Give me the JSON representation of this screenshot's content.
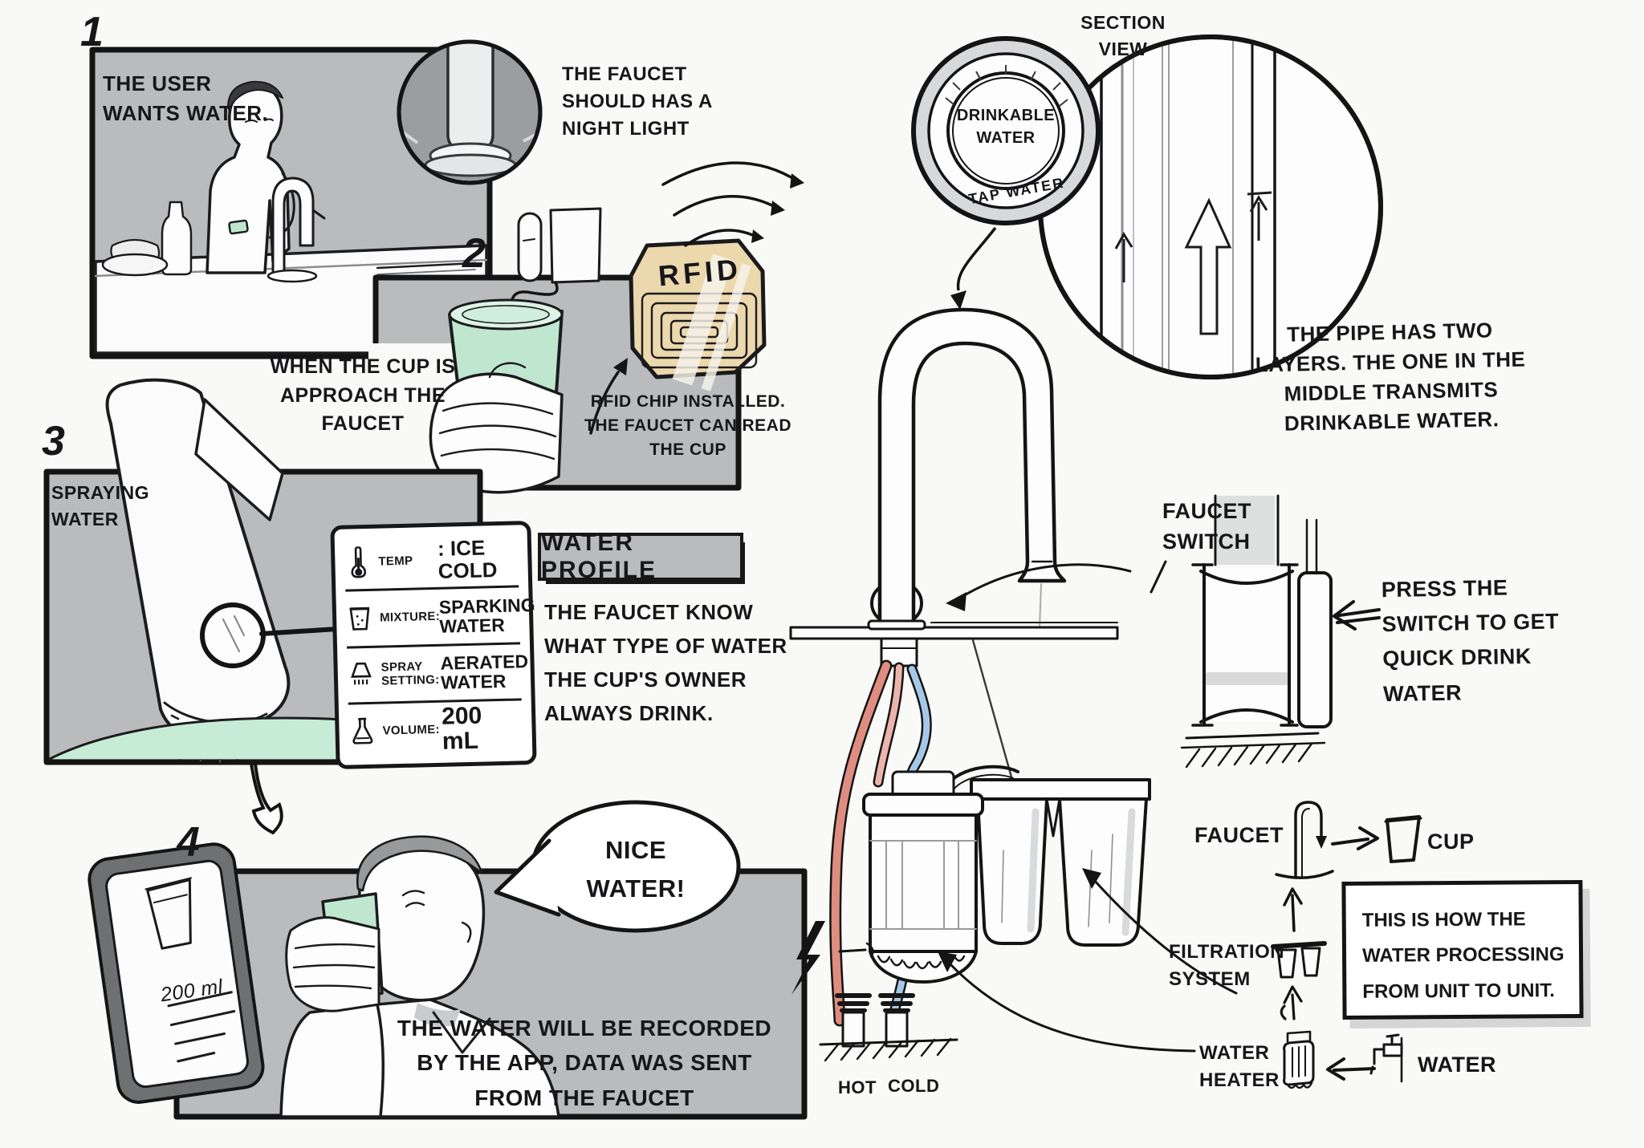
{
  "panels": {
    "p1": {
      "num": "1",
      "caption": "THE USER WANTS WATER."
    },
    "night_light": {
      "caption": "THE FAUCET SHOULD HAS A NIGHT LIGHT"
    },
    "p2": {
      "num": "2",
      "caption": "WHEN THE CUP IS APPROACH THE FAUCET"
    },
    "rfid": {
      "chip_label": "RFID",
      "caption": "RFID CHIP INSTALLED. THE FAUCET CAN READ THE CUP"
    },
    "p3": {
      "num": "3",
      "caption": "SPRAYING WATER"
    },
    "p4": {
      "num": "4",
      "bubble": "NICE WATER!",
      "phone_reading": "200 ml",
      "caption": "THE WATER WILL BE RECORDED BY THE APP, DATA WAS SENT FROM THE FAUCET"
    }
  },
  "water_profile": {
    "title": "WATER PROFILE",
    "rows": [
      {
        "icon": "thermometer-icon",
        "label": "TEMP",
        "value": ": ICE COLD"
      },
      {
        "icon": "mixture-icon",
        "label": "MIXTURE:",
        "value": "SPARKING WATER"
      },
      {
        "icon": "spray-icon",
        "label": "SPRAY SETTING:",
        "value": "AERATED WATER"
      },
      {
        "icon": "volume-icon",
        "label": "VOLUME:",
        "value": "200 mL"
      }
    ],
    "caption": "THE FAUCET KNOW WHAT TYPE OF WATER THE CUP'S OWNER ALWAYS DRINK."
  },
  "section_view": {
    "label": "SECTION VIEW",
    "inner_label": "DRINKABLE WATER",
    "ring_label": "TAP WATER",
    "caption": "THE PIPE HAS TWO LAYERS. THE ONE IN THE MIDDLE TRANSMITS DRINKABLE WATER."
  },
  "faucet_switch": {
    "label": "FAUCET SWITCH",
    "caption": "PRESS THE SWITCH TO GET QUICK DRINK WATER"
  },
  "supply": {
    "hot": "HOT",
    "cold": "COLD"
  },
  "flow_legend": {
    "faucet": "FAUCET",
    "cup": "CUP",
    "filtration": "FILTRATION SYSTEM",
    "heater": "WATER HEATER",
    "water": "WATER",
    "note": "THIS IS HOW THE WATER PROCESSING FROM UNIT TO UNIT."
  },
  "colors": {
    "cup_green": "#bfe7cf",
    "pool_green": "#c7ecd6",
    "rfid_tan": "#ecd8ad",
    "hot_red": "#df8d80",
    "cold_blue": "#a6c8e8",
    "panel_gray": "#b9bbbc"
  }
}
